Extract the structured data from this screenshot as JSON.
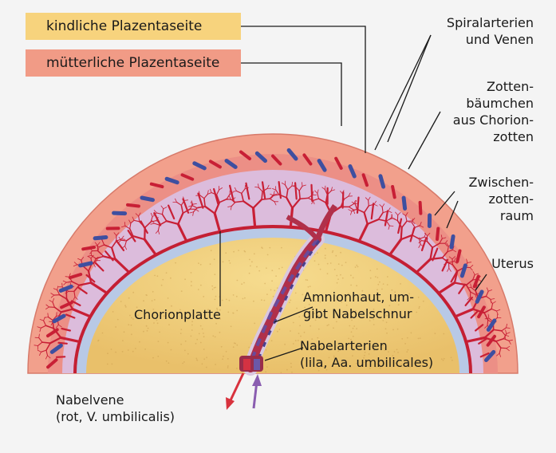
{
  "legend": {
    "fetal_side": "kindliche Plazentaseite",
    "maternal_side": "mütterliche Plazentaseite"
  },
  "labels": {
    "spiral_line1": "Spiralarterien",
    "spiral_line2": "und Venen",
    "villi_line1": "Zotten-",
    "villi_line2": "bäumchen",
    "villi_line3": "aus Chorion-",
    "villi_line4": "zotten",
    "intervillous_line1": "Zwischen-",
    "intervillous_line2": "zotten-",
    "intervillous_line3": "raum",
    "uterus": "Uterus",
    "chorionic_plate": "Chorionplatte",
    "amnion_line1": "Amnionhaut, um-",
    "amnion_line2": "gibt Nabelschnur",
    "umb_arteries_line1": "Nabelarterien",
    "umb_arteries_line2": "(lila, Aa. umbilicales)",
    "umb_vein_line1": "Nabelvene",
    "umb_vein_line2": "(rot, V. umbilicalis)"
  },
  "colors": {
    "uterus": "#f2a08c",
    "maternal_layer": "#e9aab0",
    "intervillous": "#d8b9d9",
    "villi": "#cc1f33",
    "veins": "#3e4fa0",
    "chorion_plate": "#b7c8e6",
    "amnion_cavity": "#f2d27e",
    "fetal_box": "#f7d37d",
    "maternal_box": "#f19b86",
    "arrow_red": "#d8323d",
    "arrow_purple": "#8a5db0"
  }
}
